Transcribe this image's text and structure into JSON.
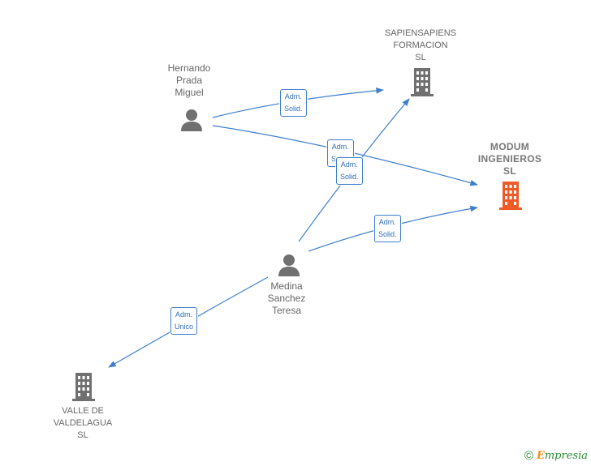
{
  "nodes": {
    "hernando": {
      "label": "Hernando\nPrada\nMiguel",
      "icon": "person-icon"
    },
    "sapiens": {
      "label": "SAPIENSAPIENS\nFORMACION\nSL",
      "icon": "building-icon"
    },
    "modum": {
      "label": "MODUM\nINGENIEROS\nSL",
      "icon": "building-icon"
    },
    "medina": {
      "label": "Medina\nSanchez\nTeresa",
      "icon": "person-icon"
    },
    "valle": {
      "label": "VALLE DE\nVALDELAGUA\nSL",
      "icon": "building-icon"
    }
  },
  "edges": {
    "hernando_sapiens": "Adm.\nSolid.",
    "hernando_modum": "Adm.\nSolid.",
    "medina_sapiens": "Adm.\nSolid.",
    "medina_modum": "Adm.\nSolid.",
    "medina_valle": "Adm.\nUnico"
  },
  "colors": {
    "edge": "#3f7fce",
    "node_gray": "#707070",
    "focus": "#ef5a26"
  },
  "footer": {
    "copyright": "©",
    "brand_initial": "E",
    "brand_rest": "mpresia"
  }
}
